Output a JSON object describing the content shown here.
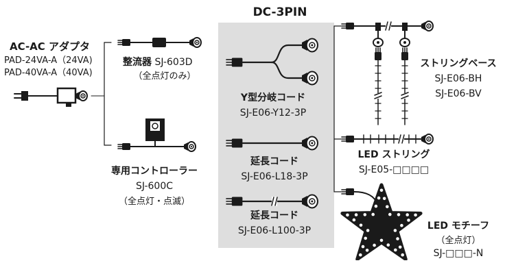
{
  "header": {
    "title": "DC-3PIN"
  },
  "adapter": {
    "title": "AC-AC アダプタ",
    "model1": "PAD-24VA-A（24VA)",
    "model2": "PAD-40VA-A（40VA)"
  },
  "rectifier": {
    "title": "整流器",
    "model": "SJ-603D",
    "note": "（全点灯のみ）"
  },
  "controller": {
    "title": "専用コントローラー",
    "model": "SJ-600C",
    "note": "（全点灯・点滅）"
  },
  "splitter": {
    "title": "Y型分岐コード",
    "model": "SJ-E06-Y12-3P"
  },
  "ext_short": {
    "title": "延長コード",
    "model": "SJ-E06-L18-3P"
  },
  "ext_long": {
    "title": "延長コード",
    "model": "SJ-E06-L100-3P"
  },
  "string_base": {
    "title": "ストリングベース",
    "model1": "SJ-E06-BH",
    "model2": "SJ-E06-BV"
  },
  "led_string": {
    "title": "LED ストリング",
    "model": "SJ-E05-□□□□"
  },
  "led_motif": {
    "title": "LED モチーフ",
    "note": "（全点灯）",
    "model": "SJ-□□□-N"
  },
  "colors": {
    "panel": "#dedede",
    "line": "#1a1a1a",
    "text": "#1a1a1a"
  }
}
